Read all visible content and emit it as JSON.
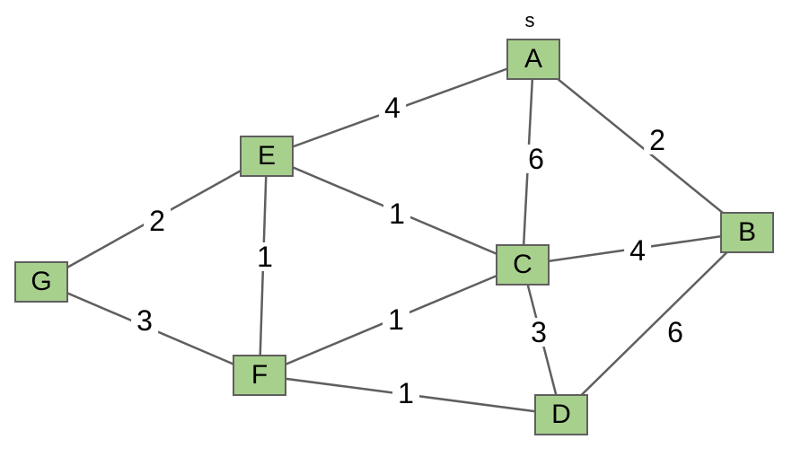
{
  "graph": {
    "colors": {
      "node_fill": "#a8d08d",
      "node_border": "#5f5f5f",
      "edge": "#5f5f5f",
      "text": "#000000"
    },
    "nodes": [
      {
        "id": "A",
        "label": "A",
        "tag": "s"
      },
      {
        "id": "B",
        "label": "B"
      },
      {
        "id": "C",
        "label": "C"
      },
      {
        "id": "D",
        "label": "D"
      },
      {
        "id": "E",
        "label": "E"
      },
      {
        "id": "F",
        "label": "F"
      },
      {
        "id": "G",
        "label": "G"
      }
    ],
    "edges": [
      {
        "from": "A",
        "to": "E",
        "weight": "4"
      },
      {
        "from": "A",
        "to": "C",
        "weight": "6"
      },
      {
        "from": "A",
        "to": "B",
        "weight": "2"
      },
      {
        "from": "E",
        "to": "G",
        "weight": "2"
      },
      {
        "from": "E",
        "to": "F",
        "weight": "1"
      },
      {
        "from": "E",
        "to": "C",
        "weight": "1"
      },
      {
        "from": "G",
        "to": "F",
        "weight": "3"
      },
      {
        "from": "F",
        "to": "C",
        "weight": "1"
      },
      {
        "from": "F",
        "to": "D",
        "weight": "1"
      },
      {
        "from": "C",
        "to": "B",
        "weight": "4"
      },
      {
        "from": "C",
        "to": "D",
        "weight": "3"
      },
      {
        "from": "B",
        "to": "D",
        "weight": "6"
      }
    ]
  }
}
